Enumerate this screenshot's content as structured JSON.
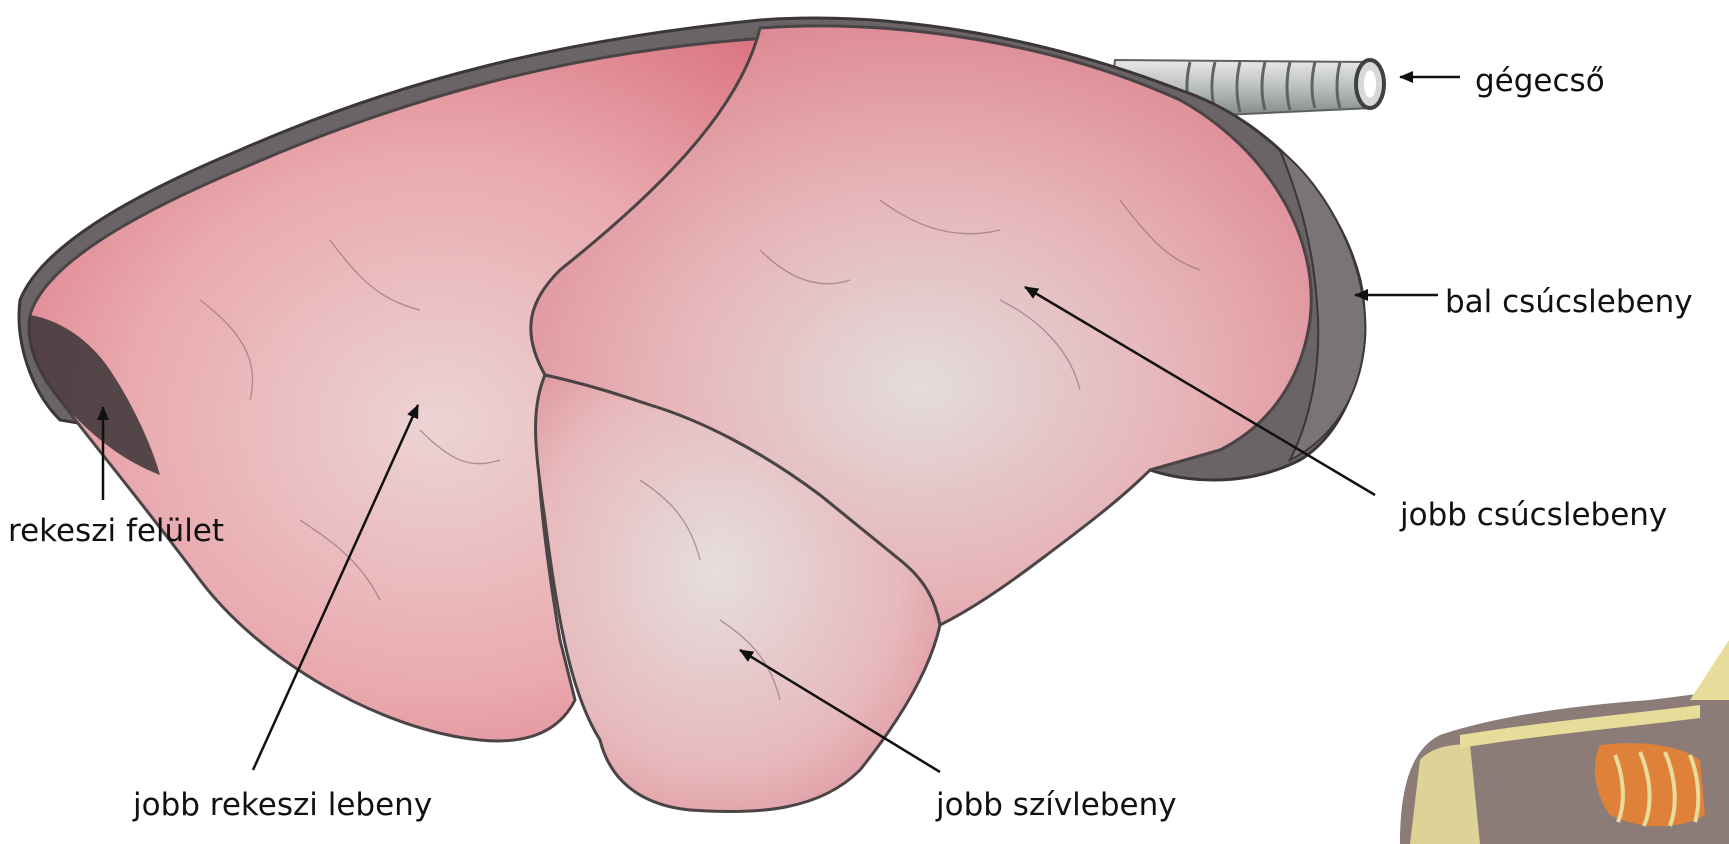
{
  "labels": {
    "trachea": "gégecső",
    "left_apical_lobe": "bal csúcslebeny",
    "right_apical_lobe": "jobb csúcslebeny",
    "right_cardiac_lobe": "jobb szívlebeny",
    "right_diaphragmatic_lobe": "jobb rekeszi lebeny",
    "diaphragmatic_surface": "rekeszi felület"
  },
  "colors": {
    "lung_pink": "#e58a93",
    "lung_pale": "#e9cfd0",
    "lung_edge": "#5a5356",
    "trachea": "#bfc3c2",
    "arrow": "#111111",
    "inset_background": "#8c7c78",
    "inset_skeleton": "#e8dc9a",
    "inset_lung": "#e0813a"
  }
}
